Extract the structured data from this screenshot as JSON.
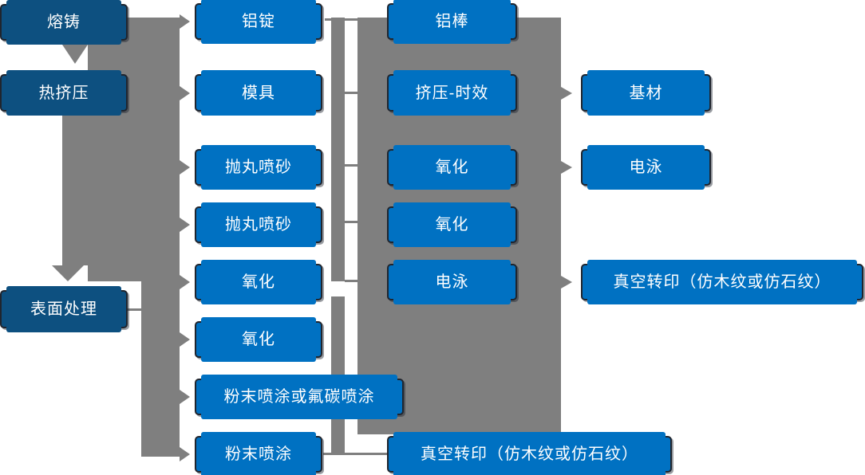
{
  "diagram": {
    "type": "flowchart",
    "language": "zh-CN",
    "columns": [
      {
        "name": "stages",
        "nodes": [
          {
            "label": "熔铸"
          },
          {
            "label": "热挤压"
          },
          {
            "label": "表面处理"
          }
        ]
      },
      {
        "name": "process-equipment",
        "nodes": [
          {
            "label": "铝锭"
          },
          {
            "label": "模具"
          },
          {
            "label": "抛丸喷砂"
          },
          {
            "label": "抛丸喷砂"
          },
          {
            "label": "氧化"
          },
          {
            "label": "氧化"
          },
          {
            "label": "粉末喷涂或氟碳喷涂"
          },
          {
            "label": "粉末喷涂"
          }
        ]
      },
      {
        "name": "process-steps",
        "nodes": [
          {
            "label": "铝棒"
          },
          {
            "label": "挤压-时效"
          },
          {
            "label": "氧化"
          },
          {
            "label": "氧化"
          },
          {
            "label": "电泳"
          },
          {
            "label": "真空转印（仿木纹或仿石纹）"
          }
        ]
      },
      {
        "name": "outputs",
        "nodes": [
          {
            "label": "基材"
          },
          {
            "label": "电泳"
          },
          {
            "label": "真空转印（仿木纹或仿石纹）"
          }
        ]
      }
    ],
    "edges": [
      {
        "from": "熔铸",
        "to": "铝锭"
      },
      {
        "from": "熔铸",
        "to": "热挤压"
      },
      {
        "from": "热挤压",
        "to": "模具"
      },
      {
        "from": "热挤压",
        "to": "抛丸喷砂"
      },
      {
        "from": "热挤压",
        "to": "抛丸喷砂"
      },
      {
        "from": "热挤压",
        "to": "氧化"
      },
      {
        "from": "热挤压",
        "to": "表面处理"
      },
      {
        "from": "表面处理",
        "to": "氧化"
      },
      {
        "from": "表面处理",
        "to": "粉末喷涂或氟碳喷涂"
      },
      {
        "from": "表面处理",
        "to": "粉末喷涂"
      },
      {
        "from": "铝锭",
        "to": "铝棒"
      },
      {
        "from": "模具",
        "to": "挤压-时效"
      },
      {
        "from": "抛丸喷砂",
        "to": "氧化"
      },
      {
        "from": "抛丸喷砂",
        "to": "氧化"
      },
      {
        "from": "氧化",
        "to": "电泳"
      },
      {
        "from": "挤压-时效",
        "to": "基材"
      },
      {
        "from": "氧化",
        "to": "电泳"
      },
      {
        "from": "电泳",
        "to": "真空转印（仿木纹或仿石纹）"
      },
      {
        "from": "粉末喷涂",
        "to": "真空转印（仿木纹或仿石纹）"
      }
    ],
    "colors": {
      "node_blue": "#0071c2",
      "node_dark_blue": "#0d5080",
      "connector_gray": "#7f7f7f",
      "node_border": "#20252e",
      "text": "#ffffff",
      "background": "#ffffff"
    }
  }
}
